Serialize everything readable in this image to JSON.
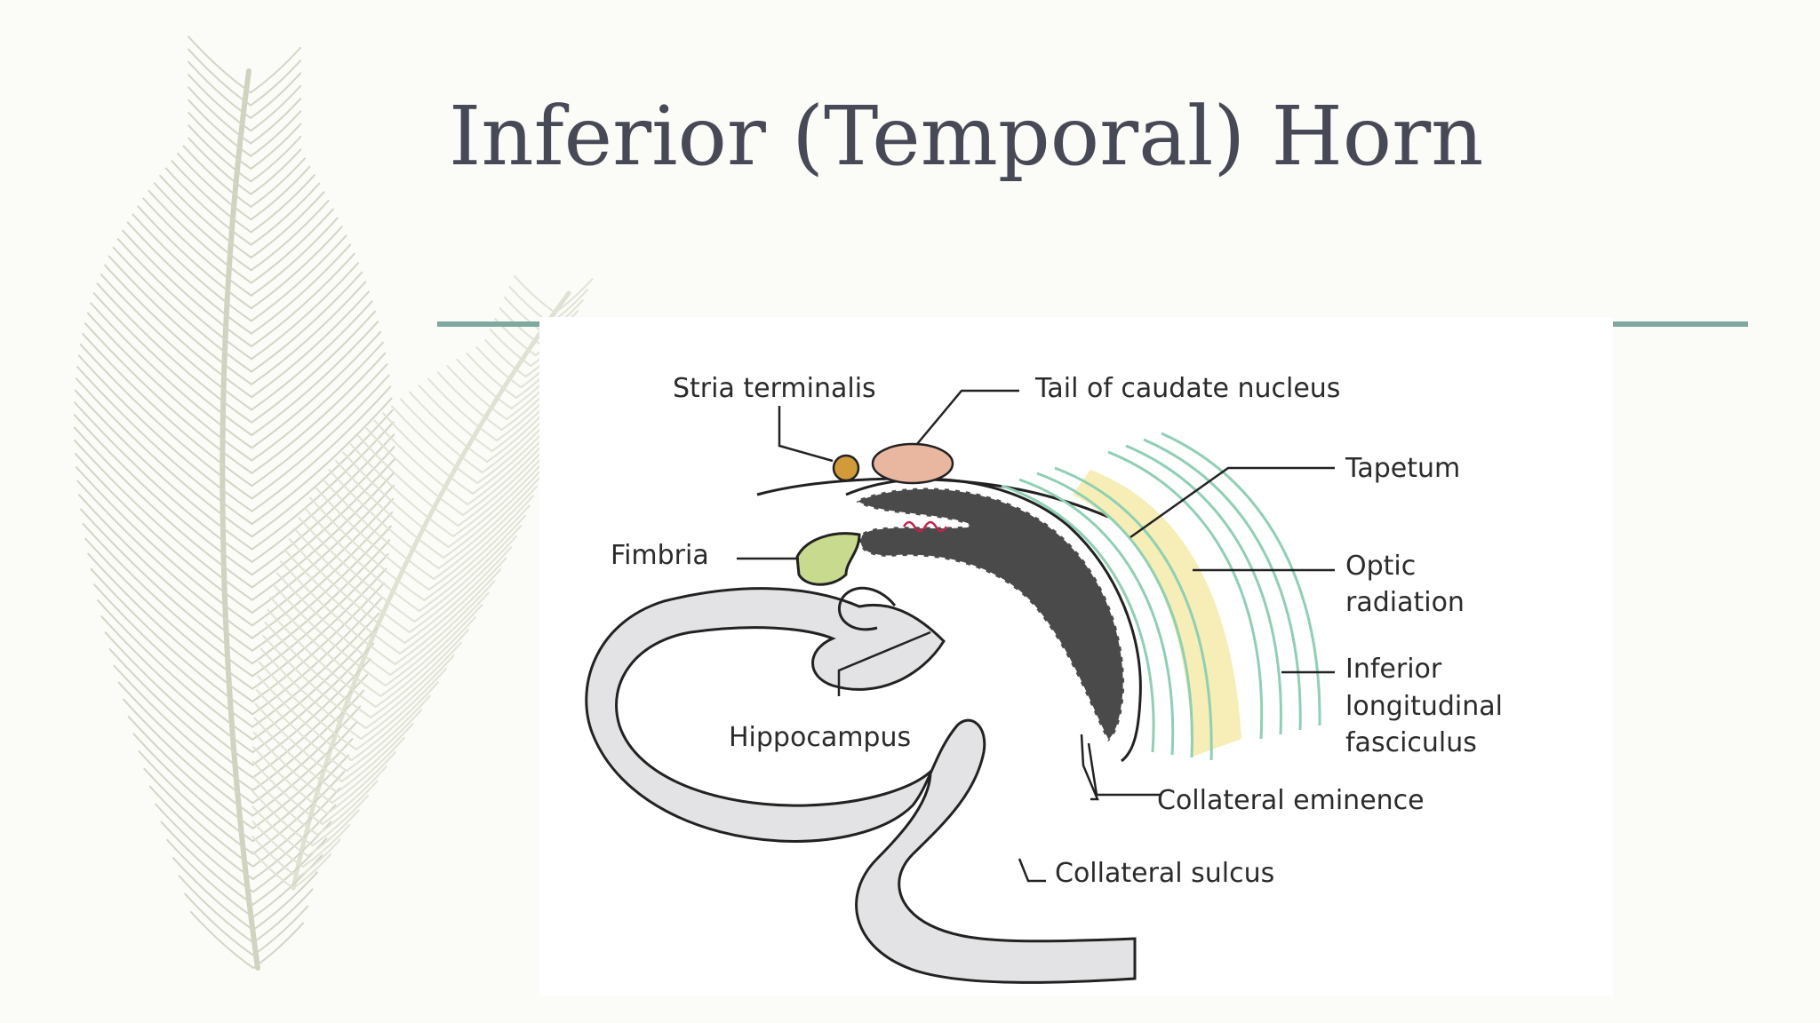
{
  "slide": {
    "title": "Inferior (Temporal) Horn"
  },
  "diagram": {
    "labels": {
      "stria_terminalis": "Stria terminalis",
      "tail_caudate": "Tail of caudate nucleus",
      "tapetum": "Tapetum",
      "optic_1": "Optic",
      "optic_2": "radiation",
      "fimbria": "Fimbria",
      "inferior_1": "Inferior",
      "inferior_2": "longitudinal",
      "inferior_3": "fasciculus",
      "hippocampus": "Hippocampus",
      "collateral_eminence": "Collateral eminence",
      "collateral_sulcus": "Collateral sulcus"
    },
    "colors": {
      "gray_matter": "#e3e3e5",
      "ventricle": "#4a4a4a",
      "fimbria": "#c8da8e",
      "caudate": "#e9b7a0",
      "stria": "#d39a3a",
      "fibers": "#8fcfb4",
      "dots": "#efe07a",
      "accent_rule": "#7fa99f"
    }
  }
}
